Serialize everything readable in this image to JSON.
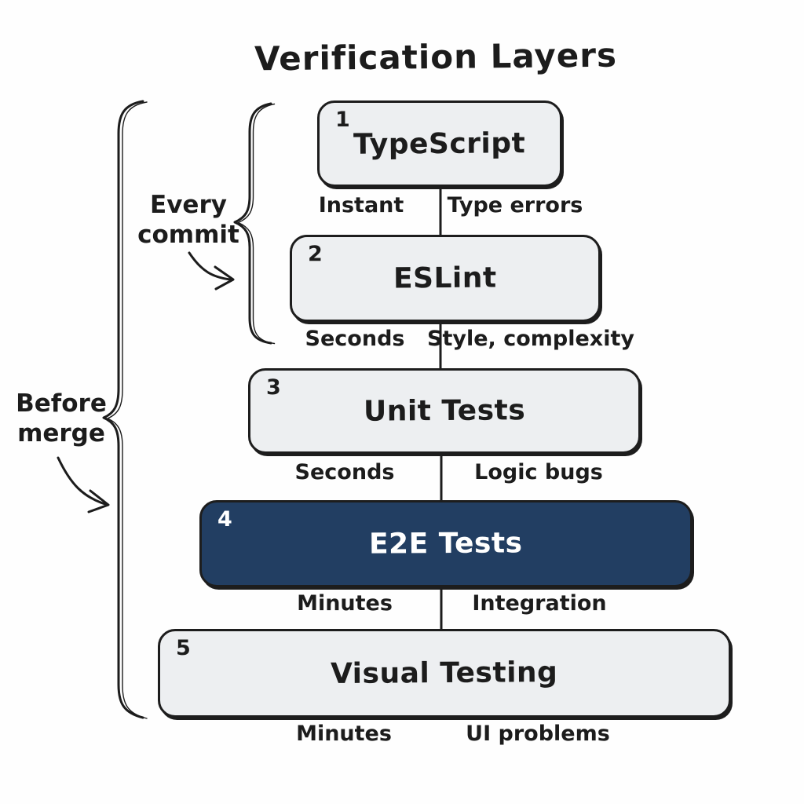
{
  "title": "Verification Layers",
  "layers": [
    {
      "number": "1",
      "title": "TypeScript",
      "speed": "Instant",
      "catches": "Type errors"
    },
    {
      "number": "2",
      "title": "ESLint",
      "speed": "Seconds",
      "catches": "Style, complexity"
    },
    {
      "number": "3",
      "title": "Unit Tests",
      "speed": "Seconds",
      "catches": "Logic bugs"
    },
    {
      "number": "4",
      "title": "E2E Tests",
      "speed": "Minutes",
      "catches": "Integration",
      "highlighted": true
    },
    {
      "number": "5",
      "title": "Visual Testing",
      "speed": "Minutes",
      "catches": "UI problems"
    }
  ],
  "annotations": {
    "every_commit": {
      "line1": "Every",
      "line2": "commit"
    },
    "before_merge": {
      "line1": "Before",
      "line2": "merge"
    }
  },
  "colors": {
    "ink": "#1c1c1c",
    "box_fill": "#edeff1",
    "box_border": "#1d1d1d",
    "highlight_fill": "#223e62",
    "highlight_text": "#ffffff",
    "background": "#fefefe"
  }
}
